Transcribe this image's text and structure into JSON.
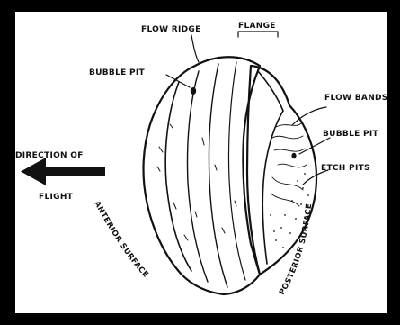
{
  "labels": {
    "flow_ridge": "FLOW RIDGE",
    "flange": "FLANGE",
    "bubble_pit_left": "BUBBLE PIT",
    "flow_bands": "FLOW BANDS",
    "bubble_pit_right": "BUBBLE PIT",
    "etch_pits": "ETCH PITS",
    "direction_line1": "DIRECTION OF",
    "direction_line2": "FLIGHT",
    "anterior_surface": "ANTERIOR SURFACE",
    "posterior_surface": "POSTERIOR SURFACE"
  },
  "colors": {
    "background": "#000000",
    "panel": "#ffffff",
    "ink": "#111111"
  }
}
